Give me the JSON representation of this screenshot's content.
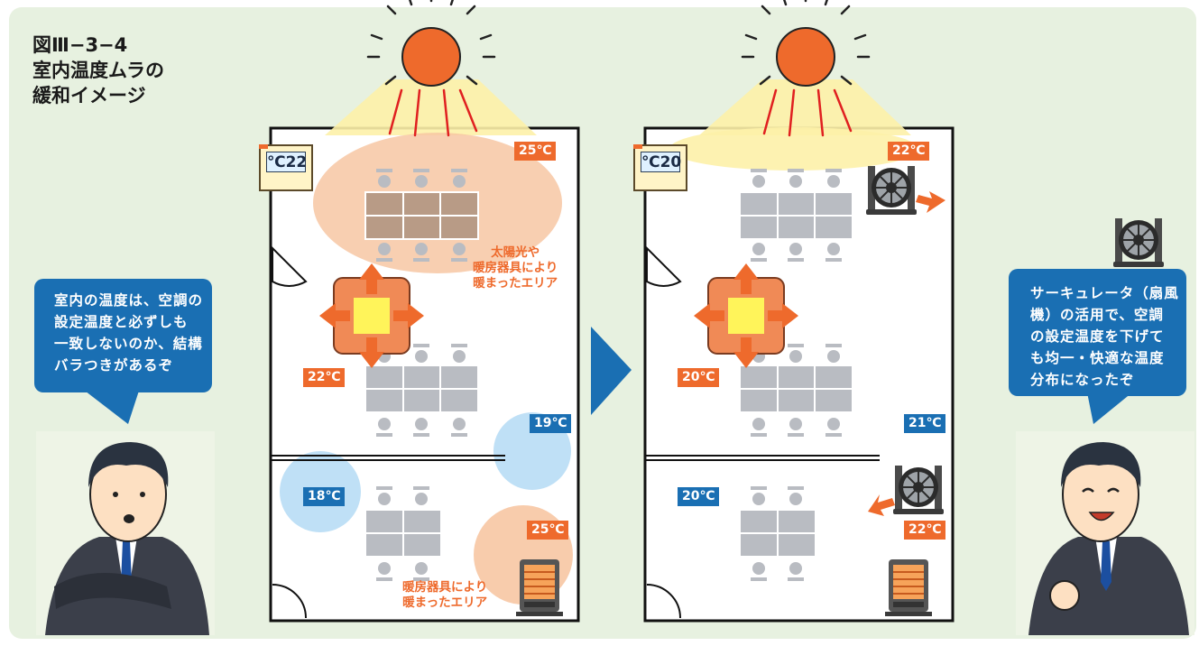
{
  "figure": {
    "title_lines": [
      "図Ⅲ−3−4",
      "室内温度ムラの",
      "緩和イメージ"
    ]
  },
  "left_bubble": {
    "lines": [
      "室内の温度は、空調の",
      "設定温度と必ずしも",
      "一致しないのか、結構",
      "バラつきがあるぞ"
    ]
  },
  "right_bubble": {
    "lines": [
      "サーキュレータ（扇風",
      "機）の活用で、空調",
      "の設定温度を下げて",
      "も均一・快適な温度",
      "分布になったぞ"
    ]
  },
  "before_room": {
    "thermostat": "℃22",
    "temps": {
      "top_right": "25℃",
      "middle_left": "22℃",
      "middle_right": "19℃",
      "lower_left": "18℃",
      "lower_right": "25℃"
    },
    "note_sun": [
      "太陽光や",
      "暖房器具により",
      "暖まったエリア"
    ],
    "note_heater": [
      "暖房器具により",
      "暖まったエリア"
    ]
  },
  "after_room": {
    "thermostat": "℃20",
    "temps": {
      "top_right": "22℃",
      "middle_left": "20℃",
      "middle_right": "21℃",
      "lower_left": "20℃",
      "lower_right": "22℃"
    }
  },
  "colors": {
    "background": "#e7f1e0",
    "warm": "#ee6a2c",
    "cool": "#1a6fb3",
    "warm_zone": "#f7c7a3",
    "cool_zone": "#bfe0f6",
    "furniture": "#b9bcc2"
  },
  "icons": [
    "sun-icon",
    "thermostat-icon",
    "ac-unit-icon",
    "circulator-fan-icon",
    "heater-icon",
    "worried-man-icon",
    "happy-man-icon",
    "arrow-right-icon"
  ]
}
